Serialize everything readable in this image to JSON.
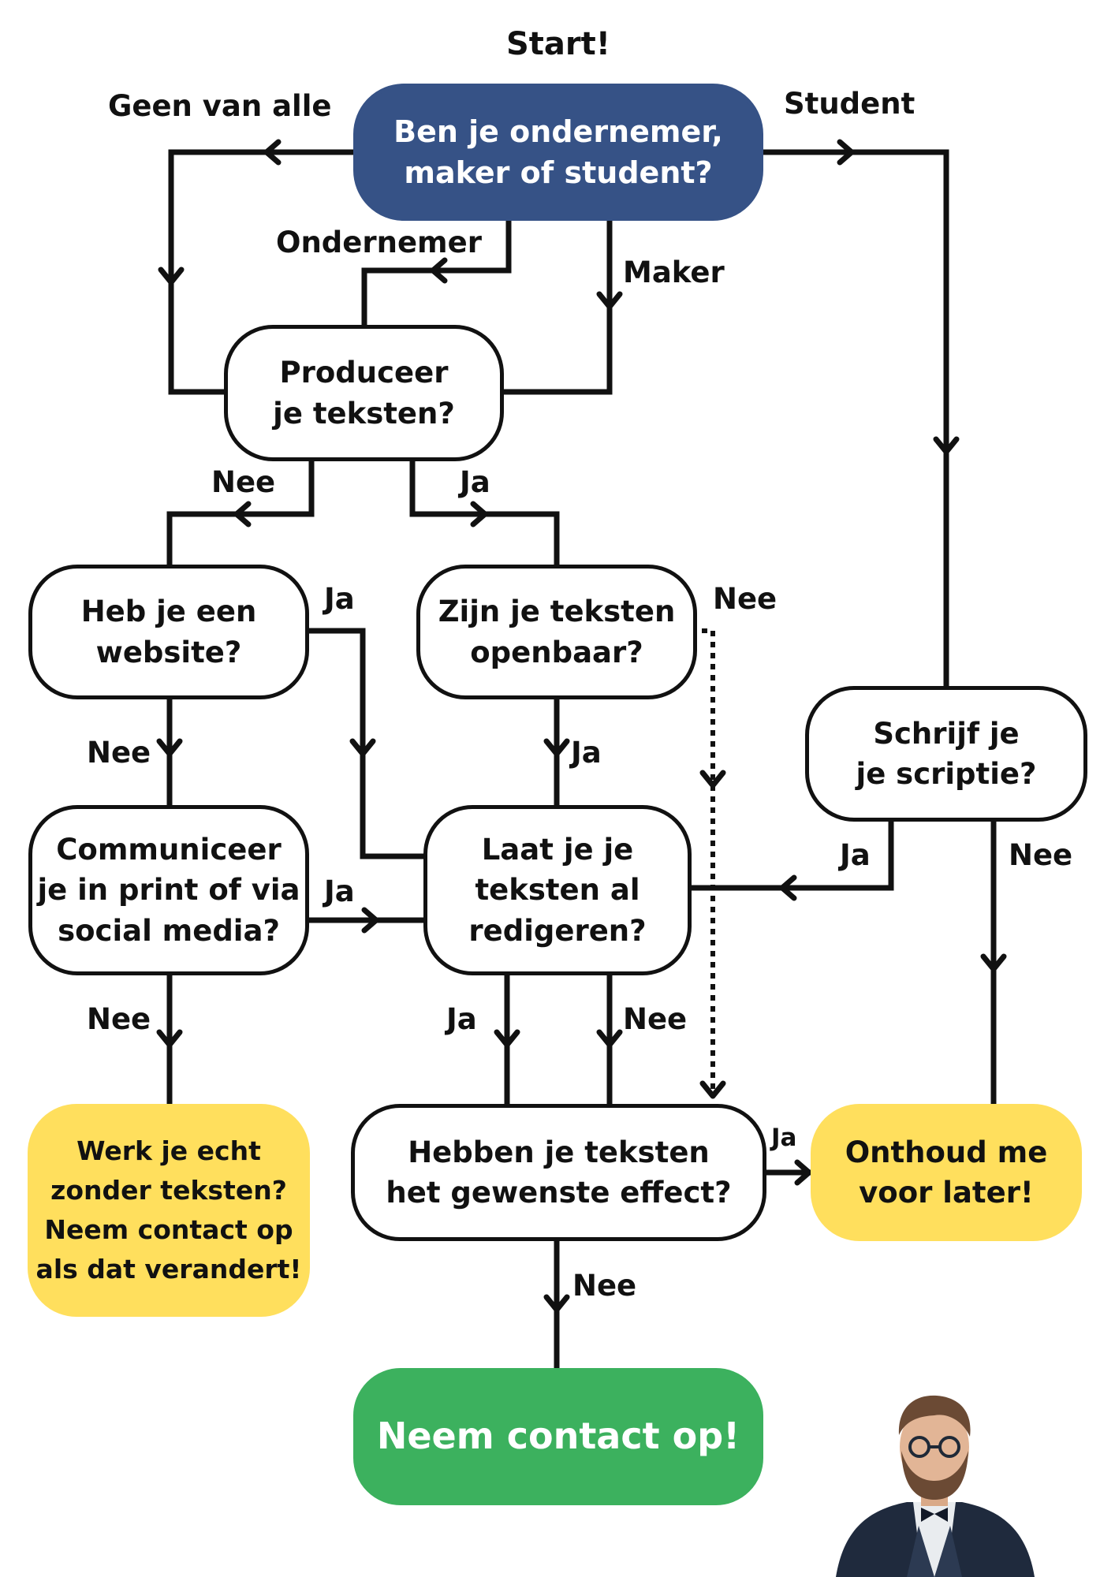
{
  "diagram": {
    "title": "Start!",
    "colors": {
      "start_fill": "#365286",
      "end_yellow": "#ffdf5d",
      "end_green": "#3cb15e",
      "line": "#111111"
    },
    "nodes": {
      "start": "Ben je ondernemer,\nmaker of student?",
      "produceer": "Produceer\nje teksten?",
      "website": "Heb je een\nwebsite?",
      "openbaar": "Zijn je teksten\nopenbaar?",
      "scriptie": "Schrijf je\nje scriptie?",
      "communiceer": "Communiceer\nje in print of via\nsocial media?",
      "redigeren": "Laat je je\nteksten al\nredigeren?",
      "zonder_teksten": "Werk je echt\nzonder teksten?\nNeem contact op\nals dat verandert!",
      "effect": "Hebben je teksten\nhet gewenste effect?",
      "onthoud": "Onthoud me\nvoor later!",
      "contact": "Neem contact op!"
    },
    "edge_labels": {
      "geen_van_alle": "Geen van alle",
      "student": "Student",
      "ondernemer": "Ondernemer",
      "maker": "Maker",
      "produceer_nee": "Nee",
      "produceer_ja": "Ja",
      "website_ja": "Ja",
      "openbaar_nee": "Nee",
      "website_nee": "Nee",
      "openbaar_ja": "Ja",
      "scriptie_ja": "Ja",
      "scriptie_nee": "Nee",
      "communiceer_ja": "Ja",
      "communiceer_nee": "Nee",
      "redigeren_ja": "Ja",
      "redigeren_nee": "Nee",
      "effect_ja": "Ja",
      "effect_nee": "Nee"
    },
    "image": "man-with-glasses-and-bow-tie-photo"
  }
}
